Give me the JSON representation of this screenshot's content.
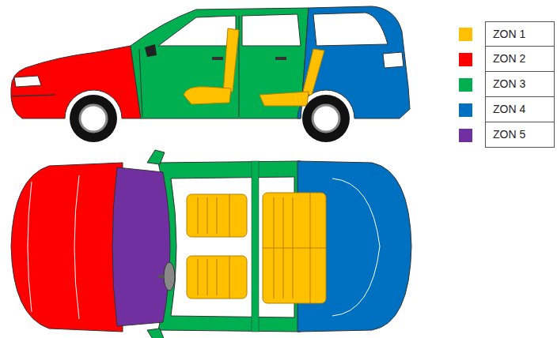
{
  "diagram": {
    "legend": [
      {
        "text": "ZON 1",
        "color": "#ffc000"
      },
      {
        "text": "ZON 2",
        "color": "#ff0000"
      },
      {
        "text": "ZON 3",
        "color": "#00b050"
      },
      {
        "text": "ZON 4",
        "color": "#0070c0"
      },
      {
        "text": "ZON 5",
        "color": "#7030a0"
      }
    ]
  }
}
